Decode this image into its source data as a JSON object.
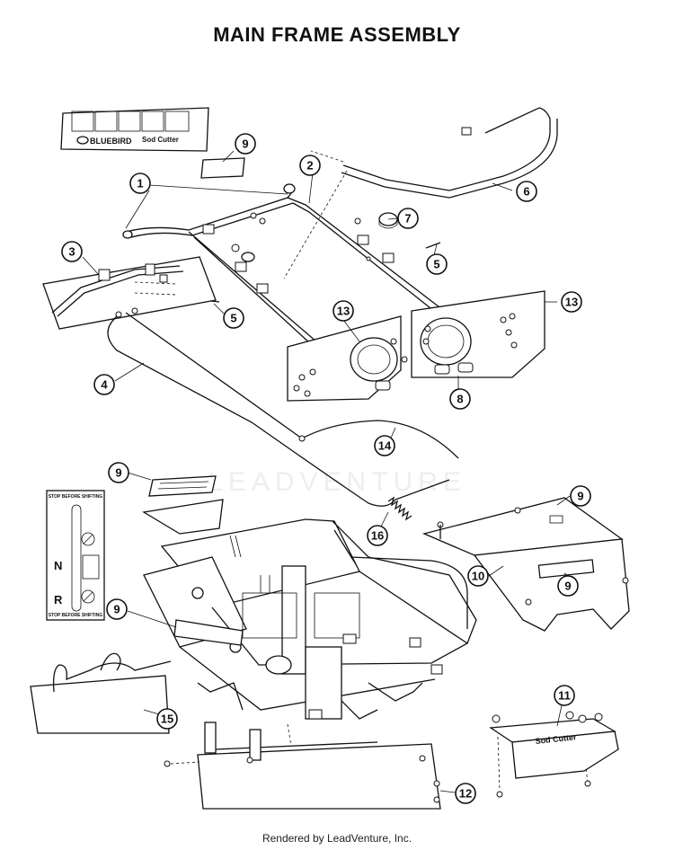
{
  "title": "MAIN FRAME ASSEMBLY",
  "footer": "Rendered by LeadVenture, Inc.",
  "watermark": "LEADVENTURE",
  "decal_top": {
    "brand": "BLUEBIRD",
    "model": "Sod Cutter"
  },
  "decal_shift": {
    "header": "STOP BEFORE SHIFTING",
    "footer": "STOP BEFORE SHIFTING",
    "n": "N",
    "r": "R"
  },
  "decal_11": {
    "text": "Sod Cutter"
  },
  "callouts": [
    "1",
    "2",
    "3",
    "4",
    "5",
    "5",
    "6",
    "7",
    "8",
    "9",
    "9",
    "9",
    "9",
    "9",
    "10",
    "11",
    "12",
    "13",
    "13",
    "14",
    "15",
    "16"
  ]
}
